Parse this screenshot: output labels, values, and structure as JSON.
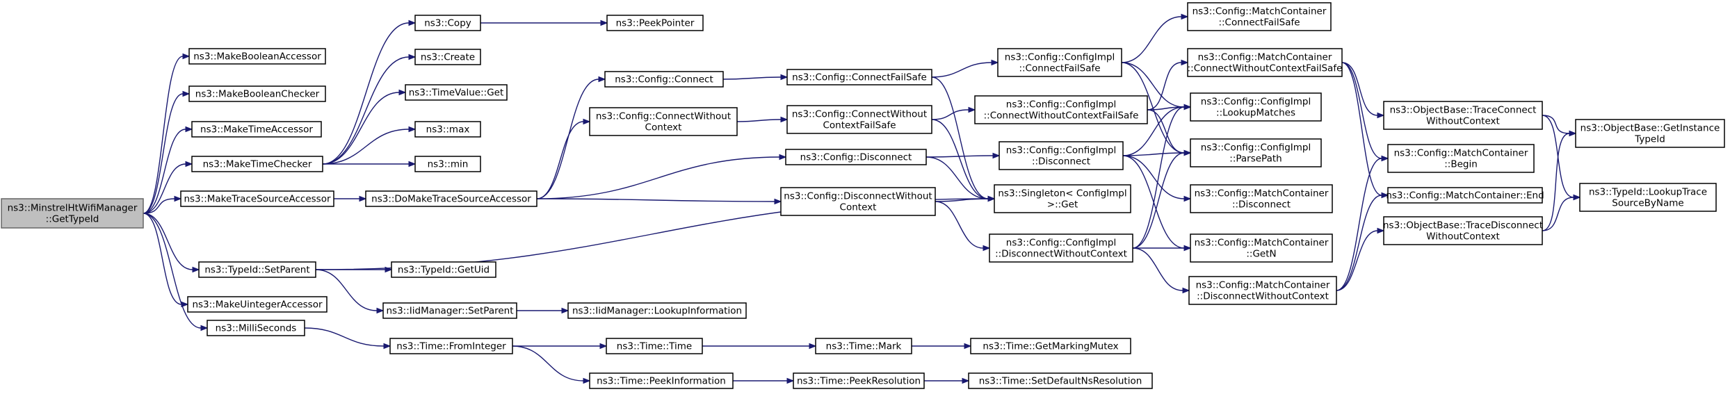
{
  "nodes": [
    {
      "id": "root",
      "lines": [
        "ns3::MinstrelHtWifiManager",
        "::GetTypeId"
      ],
      "root": true
    },
    {
      "id": "mba",
      "lines": [
        "ns3::MakeBooleanAccessor"
      ]
    },
    {
      "id": "mbc",
      "lines": [
        "ns3::MakeBooleanChecker"
      ]
    },
    {
      "id": "mta",
      "lines": [
        "ns3::MakeTimeAccessor"
      ]
    },
    {
      "id": "mtc",
      "lines": [
        "ns3::MakeTimeChecker"
      ]
    },
    {
      "id": "mtsa",
      "lines": [
        "ns3::MakeTraceSourceAccessor"
      ]
    },
    {
      "id": "tsp",
      "lines": [
        "ns3::TypeId::SetParent"
      ]
    },
    {
      "id": "mua",
      "lines": [
        "ns3::MakeUintegerAccessor"
      ]
    },
    {
      "id": "ms",
      "lines": [
        "ns3::MilliSeconds"
      ]
    },
    {
      "id": "copy",
      "lines": [
        "ns3::Copy"
      ]
    },
    {
      "id": "peekptr",
      "lines": [
        "ns3::PeekPointer"
      ]
    },
    {
      "id": "create",
      "lines": [
        "ns3::Create"
      ]
    },
    {
      "id": "tvget",
      "lines": [
        "ns3::TimeValue::Get"
      ]
    },
    {
      "id": "max",
      "lines": [
        "ns3::max"
      ]
    },
    {
      "id": "min",
      "lines": [
        "ns3::min"
      ]
    },
    {
      "id": "dmtsa",
      "lines": [
        "ns3::DoMakeTraceSourceAccessor"
      ]
    },
    {
      "id": "getuid",
      "lines": [
        "ns3::TypeId::GetUid"
      ]
    },
    {
      "id": "iidsp",
      "lines": [
        "ns3::IidManager::SetParent"
      ]
    },
    {
      "id": "iidlookup",
      "lines": [
        "ns3::IidManager::LookupInformation"
      ]
    },
    {
      "id": "tfi",
      "lines": [
        "ns3::Time::FromInteger"
      ]
    },
    {
      "id": "ttime",
      "lines": [
        "ns3::Time::Time"
      ]
    },
    {
      "id": "tmark",
      "lines": [
        "ns3::Time::Mark"
      ]
    },
    {
      "id": "tgmm",
      "lines": [
        "ns3::Time::GetMarkingMutex"
      ]
    },
    {
      "id": "tpi",
      "lines": [
        "ns3::Time::PeekInformation"
      ]
    },
    {
      "id": "tpr",
      "lines": [
        "ns3::Time::PeekResolution"
      ]
    },
    {
      "id": "tsdnr",
      "lines": [
        "ns3::Time::SetDefaultNsResolution"
      ]
    },
    {
      "id": "cconnect",
      "lines": [
        "ns3::Config::Connect"
      ]
    },
    {
      "id": "ccwc",
      "lines": [
        "ns3::Config::ConnectWithout",
        "Context"
      ]
    },
    {
      "id": "cdisc",
      "lines": [
        "ns3::Config::Disconnect"
      ]
    },
    {
      "id": "cdwc",
      "lines": [
        "ns3::Config::DisconnectWithout",
        "Context"
      ]
    },
    {
      "id": "ccfs",
      "lines": [
        "ns3::Config::ConnectFailSafe"
      ]
    },
    {
      "id": "ccwcfs",
      "lines": [
        "ns3::Config::ConnectWithout",
        "ContextFailSafe"
      ]
    },
    {
      "id": "singleton",
      "lines": [
        "ns3::Singleton< ConfigImpl",
        " >::Get"
      ]
    },
    {
      "id": "ci_cfs",
      "lines": [
        "ns3::Config::ConfigImpl",
        "::ConnectFailSafe"
      ]
    },
    {
      "id": "ci_cwcfs",
      "lines": [
        "ns3::Config::ConfigImpl",
        "::ConnectWithoutContextFailSafe"
      ]
    },
    {
      "id": "ci_disc",
      "lines": [
        "ns3::Config::ConfigImpl",
        "::Disconnect"
      ]
    },
    {
      "id": "ci_dwc",
      "lines": [
        "ns3::Config::ConfigImpl",
        "::DisconnectWithoutContext"
      ]
    },
    {
      "id": "mc_cfs",
      "lines": [
        "ns3::Config::MatchContainer",
        "::ConnectFailSafe"
      ]
    },
    {
      "id": "mc_cwcfs",
      "lines": [
        "ns3::Config::MatchContainer",
        "::ConnectWithoutContextFailSafe"
      ]
    },
    {
      "id": "ci_lm",
      "lines": [
        "ns3::Config::ConfigImpl",
        "::LookupMatches"
      ]
    },
    {
      "id": "ci_pp",
      "lines": [
        "ns3::Config::ConfigImpl",
        "::ParsePath"
      ]
    },
    {
      "id": "mc_disc",
      "lines": [
        "ns3::Config::MatchContainer",
        "::Disconnect"
      ]
    },
    {
      "id": "mc_getn",
      "lines": [
        "ns3::Config::MatchContainer",
        "::GetN"
      ]
    },
    {
      "id": "mc_dwc",
      "lines": [
        "ns3::Config::MatchContainer",
        "::DisconnectWithoutContext"
      ]
    },
    {
      "id": "ob_tcwc",
      "lines": [
        "ns3::ObjectBase::TraceConnect",
        "WithoutContext"
      ]
    },
    {
      "id": "mc_begin",
      "lines": [
        "ns3::Config::MatchContainer",
        "::Begin"
      ]
    },
    {
      "id": "mc_end",
      "lines": [
        "ns3::Config::MatchContainer::End"
      ]
    },
    {
      "id": "ob_tdwc",
      "lines": [
        "ns3::ObjectBase::TraceDisconnect",
        "WithoutContext"
      ]
    },
    {
      "id": "ob_git",
      "lines": [
        "ns3::ObjectBase::GetInstance",
        "TypeId"
      ]
    },
    {
      "id": "tid_lts",
      "lines": [
        "ns3::TypeId::LookupTrace",
        "SourceByName"
      ]
    }
  ],
  "edges": [
    [
      "root",
      "mba"
    ],
    [
      "root",
      "mbc"
    ],
    [
      "root",
      "mta"
    ],
    [
      "root",
      "mtc"
    ],
    [
      "root",
      "mtsa"
    ],
    [
      "root",
      "tsp"
    ],
    [
      "root",
      "mua"
    ],
    [
      "root",
      "ms"
    ],
    [
      "mtc",
      "copy"
    ],
    [
      "mtc",
      "create"
    ],
    [
      "mtc",
      "tvget"
    ],
    [
      "mtc",
      "max"
    ],
    [
      "mtc",
      "min"
    ],
    [
      "copy",
      "peekptr"
    ],
    [
      "mtsa",
      "dmtsa"
    ],
    [
      "dmtsa",
      "cconnect"
    ],
    [
      "dmtsa",
      "ccwc"
    ],
    [
      "dmtsa",
      "cdisc"
    ],
    [
      "dmtsa",
      "cdwc"
    ],
    [
      "tsp",
      "getuid"
    ],
    [
      "tsp",
      "iidsp"
    ],
    [
      "tsp",
      "singleton"
    ],
    [
      "iidsp",
      "iidlookup"
    ],
    [
      "ms",
      "tfi"
    ],
    [
      "tfi",
      "ttime"
    ],
    [
      "tfi",
      "tpi"
    ],
    [
      "ttime",
      "tmark"
    ],
    [
      "tmark",
      "tgmm"
    ],
    [
      "tpi",
      "tpr"
    ],
    [
      "tpr",
      "tsdnr"
    ],
    [
      "cconnect",
      "ccfs"
    ],
    [
      "ccwc",
      "ccwcfs"
    ],
    [
      "ccfs",
      "ci_cfs"
    ],
    [
      "ccfs",
      "singleton"
    ],
    [
      "ccwcfs",
      "ci_cwcfs"
    ],
    [
      "ccwcfs",
      "singleton"
    ],
    [
      "cdisc",
      "ci_disc"
    ],
    [
      "cdisc",
      "singleton"
    ],
    [
      "cdwc",
      "ci_dwc"
    ],
    [
      "cdwc",
      "singleton"
    ],
    [
      "ci_cfs",
      "mc_cfs"
    ],
    [
      "ci_cfs",
      "ci_lm"
    ],
    [
      "ci_cfs",
      "ci_pp"
    ],
    [
      "ci_cwcfs",
      "mc_cwcfs"
    ],
    [
      "ci_cwcfs",
      "ci_lm"
    ],
    [
      "ci_cwcfs",
      "ci_pp"
    ],
    [
      "ci_disc",
      "ci_lm"
    ],
    [
      "ci_disc",
      "ci_pp"
    ],
    [
      "ci_disc",
      "mc_disc"
    ],
    [
      "ci_disc",
      "mc_getn"
    ],
    [
      "ci_dwc",
      "ci_lm"
    ],
    [
      "ci_dwc",
      "ci_pp"
    ],
    [
      "ci_dwc",
      "mc_getn"
    ],
    [
      "ci_dwc",
      "mc_dwc"
    ],
    [
      "mc_cwcfs",
      "ob_tcwc"
    ],
    [
      "mc_cwcfs",
      "mc_begin"
    ],
    [
      "mc_cwcfs",
      "mc_end"
    ],
    [
      "mc_dwc",
      "mc_begin"
    ],
    [
      "mc_dwc",
      "mc_end"
    ],
    [
      "mc_dwc",
      "ob_tdwc"
    ],
    [
      "ob_tcwc",
      "ob_git"
    ],
    [
      "ob_tcwc",
      "tid_lts"
    ],
    [
      "ob_tdwc",
      "ob_git"
    ],
    [
      "ob_tdwc",
      "tid_lts"
    ]
  ]
}
